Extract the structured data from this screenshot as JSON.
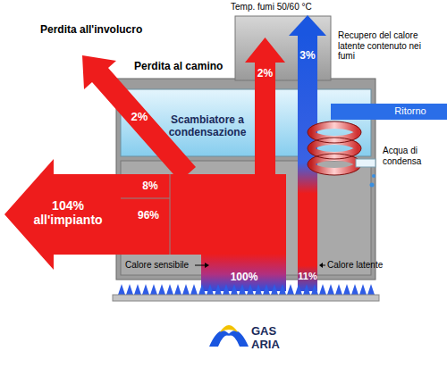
{
  "diagram": {
    "nodes": [
      {
        "text": [
          "Scambiatore a condensazione"
        ]
      },
      {
        "text": [
          "Ritorno"
        ]
      }
    ],
    "labels": [
      "Temp. fumi 50/60 °C",
      "Perdita all'involucro",
      "Perdita al camino",
      "Recupero del calore latente contenuto nei fumi",
      "3%",
      "2%",
      "2%",
      "Acqua di condensa",
      "8%",
      "96%",
      "104% all'impianto",
      "Calore sensibile",
      "100%",
      "11%",
      "Calore latente",
      "GAS ARIA"
    ]
  }
}
